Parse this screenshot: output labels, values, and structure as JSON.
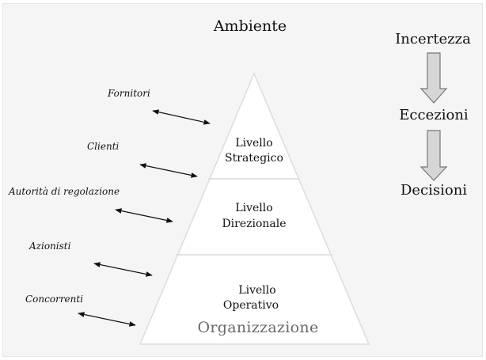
{
  "environment_title": "Ambiente",
  "right_column": {
    "items": [
      "Incertezza",
      "Eccezioni",
      "Decisioni"
    ],
    "arrow_fill": "#d6d6d6",
    "arrow_stroke": "#777777"
  },
  "stakeholders": [
    "Fornitori",
    "Clienti",
    "Autorità di regolazione",
    "Azionisti",
    "Concorrenti"
  ],
  "pyramid": {
    "levels": [
      {
        "line1": "Livello",
        "line2": "Strategico"
      },
      {
        "line1": "Livello",
        "line2": "Direzionale"
      },
      {
        "line1": "Livello",
        "line2": "Operativo"
      }
    ],
    "organization_label": "Organizzazione",
    "fill": "#ffffff",
    "stroke": "#e0e0e0"
  }
}
